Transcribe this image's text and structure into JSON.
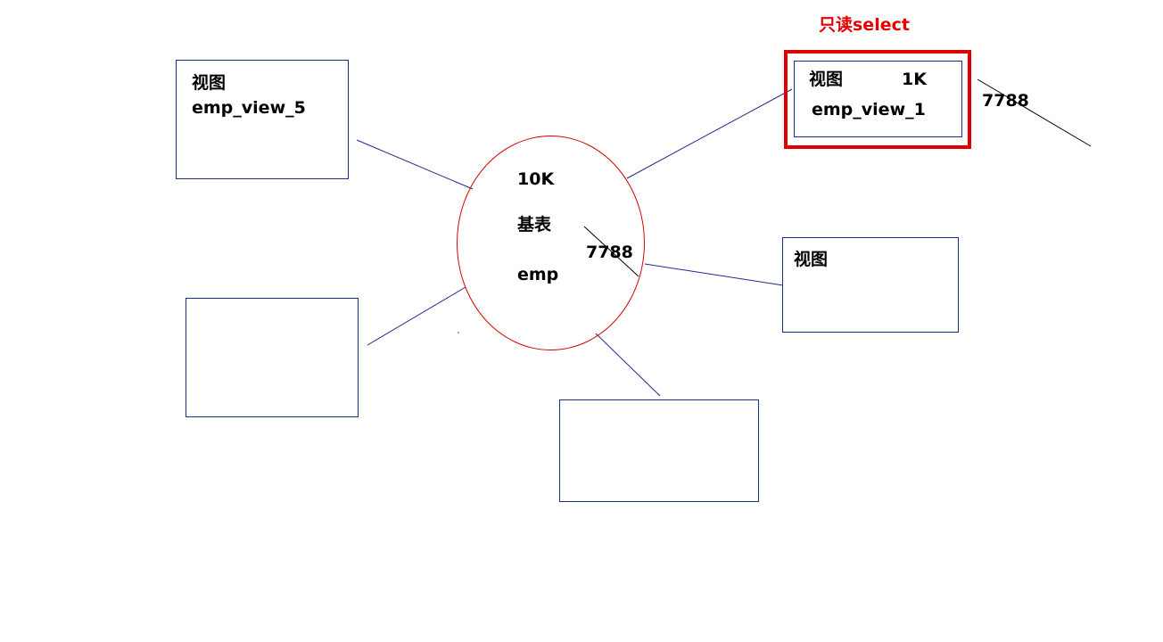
{
  "base_table": {
    "size": "10K",
    "kind": "基表",
    "name": "emp",
    "record": "7788"
  },
  "views": [
    {
      "kind": "视图",
      "name": "emp_view_5"
    },
    {
      "kind": "视图",
      "size": "1K",
      "name": "emp_view_1",
      "record": "7788",
      "annotation": "只读select"
    },
    {
      "kind": "视图"
    },
    {},
    {}
  ],
  "colors": {
    "line": "#1f2d8c",
    "base_outline": "#d40000",
    "highlight": "#e00000",
    "annotation": "#e30000"
  }
}
